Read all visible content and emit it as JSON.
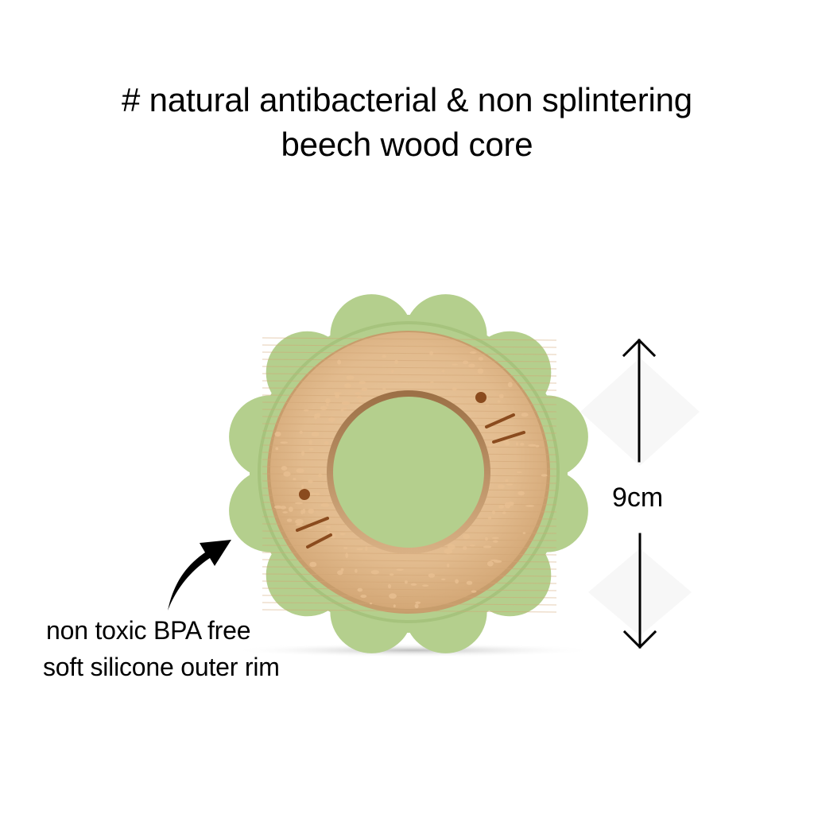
{
  "headline": {
    "line1": "# natural antibacterial & non splintering",
    "line2": "beech wood core"
  },
  "callout": {
    "line1": "non toxic BPA free",
    "line2": "soft silicone outer rim",
    "icon": "curved-arrow-icon"
  },
  "dimension": {
    "label": "9cm",
    "icon_top": "arrow-up-icon",
    "icon_bottom": "arrow-down-icon"
  },
  "product": {
    "name": "teething-ring",
    "colors": {
      "silicone": "#b4cf8d",
      "silicone_edge": "#a6c37d",
      "wood": "#e2bb8e",
      "wood_dark": "#c99a6a",
      "engraving": "#8a4b1e"
    }
  }
}
